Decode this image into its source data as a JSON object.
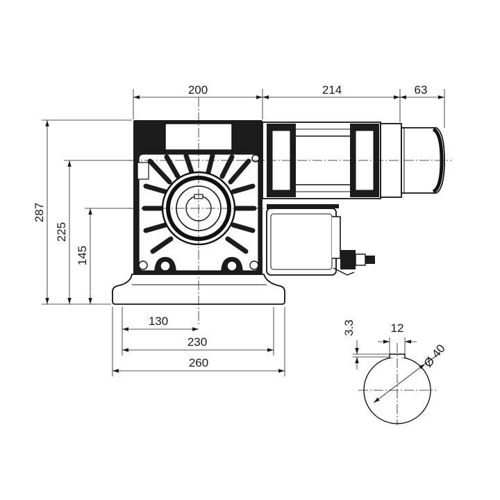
{
  "dimensions": {
    "top_left": "200",
    "top_mid": "214",
    "top_right": "63",
    "left_outer": "287",
    "left_mid": "225",
    "left_inner": "145",
    "bottom_1": "130",
    "bottom_2": "230",
    "bottom_3": "260",
    "key_height": "3.3",
    "key_width": "12",
    "shaft_diameter": "Ø 40"
  },
  "colors": {
    "line": "#1a1a1a",
    "body_fill": "#1c1c1c",
    "background": "#ffffff"
  }
}
